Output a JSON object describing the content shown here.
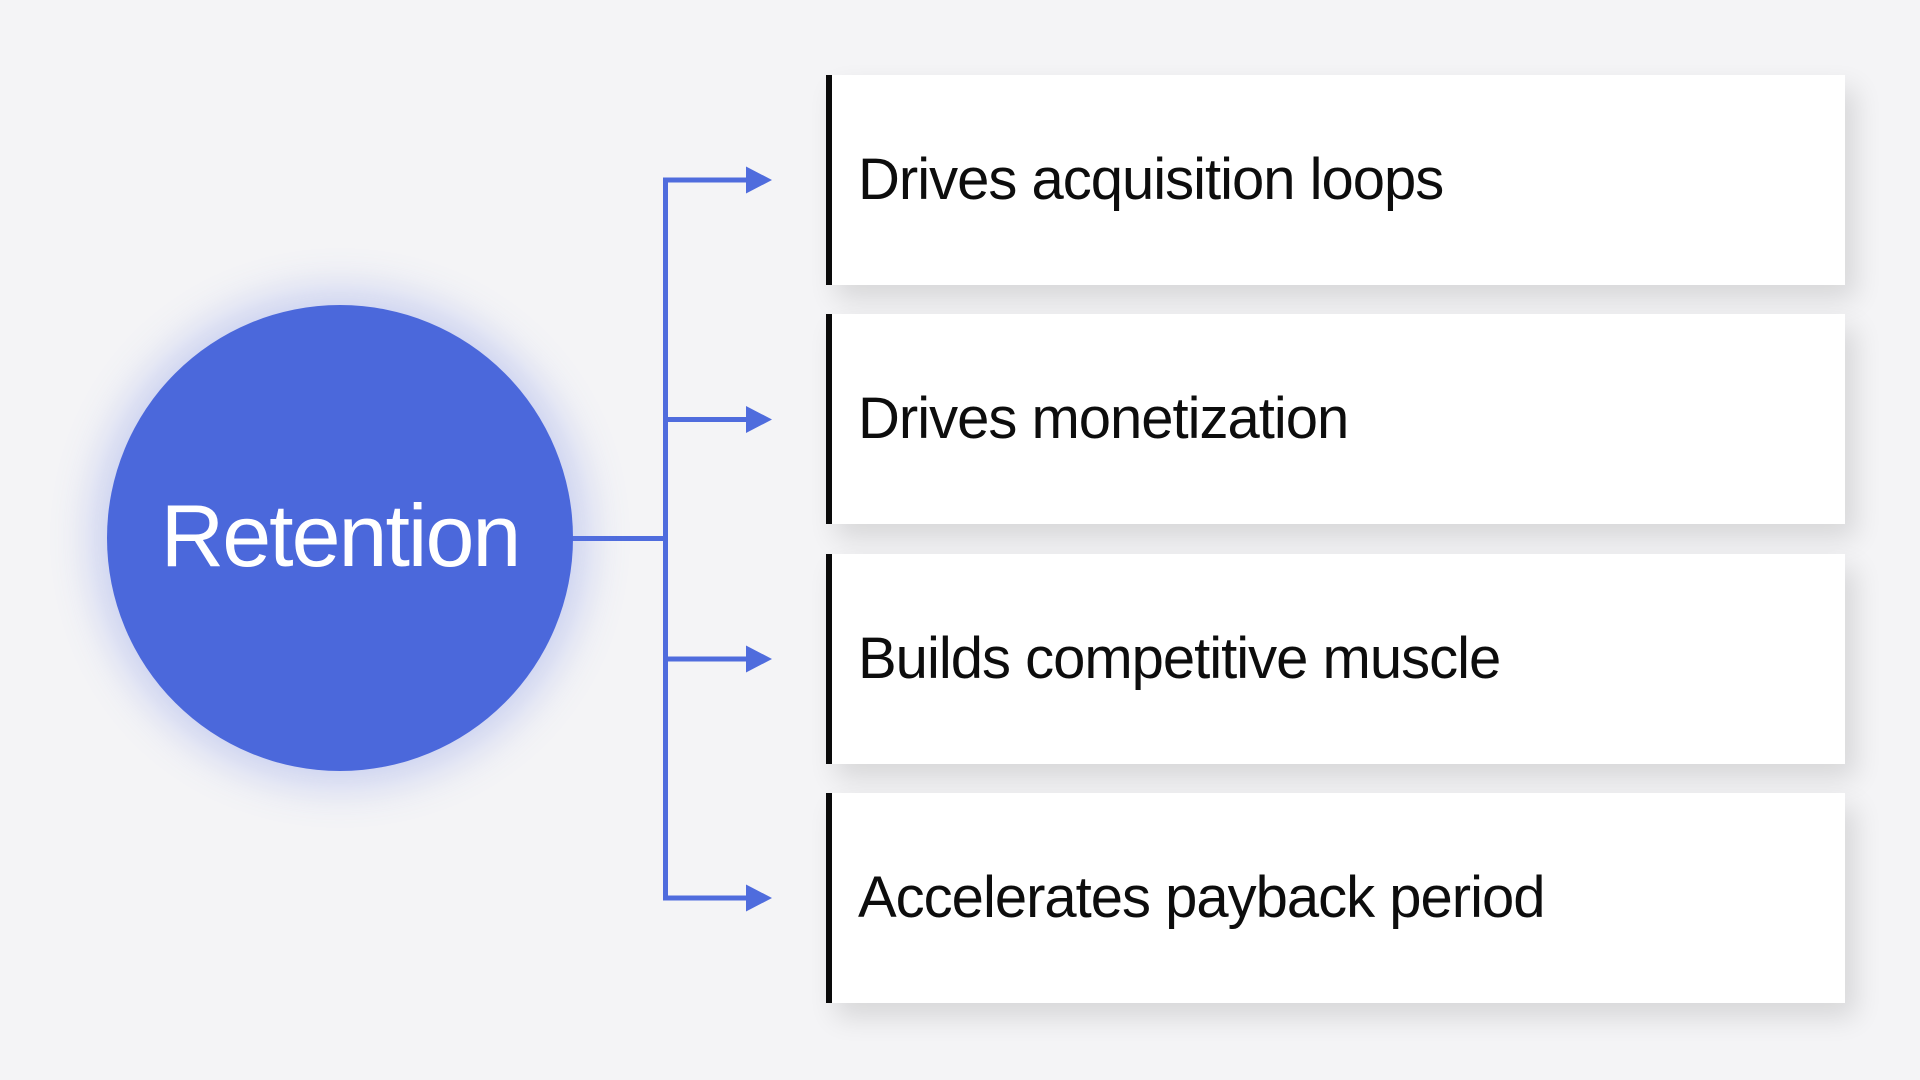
{
  "node": {
    "label": "Retention"
  },
  "boxes": [
    {
      "label": "Drives acquisition loops"
    },
    {
      "label": "Drives monetization"
    },
    {
      "label": "Builds competitive muscle"
    },
    {
      "label": "Accelerates payback period"
    }
  ],
  "colors": {
    "background": "#f4f4f6",
    "accent_blue": "#4b68db",
    "line_blue": "#4f6cdd",
    "box_background": "#ffffff",
    "box_border": "#0a0a0a",
    "box_text": "#0d0d0d",
    "node_text": "#ffffff"
  }
}
